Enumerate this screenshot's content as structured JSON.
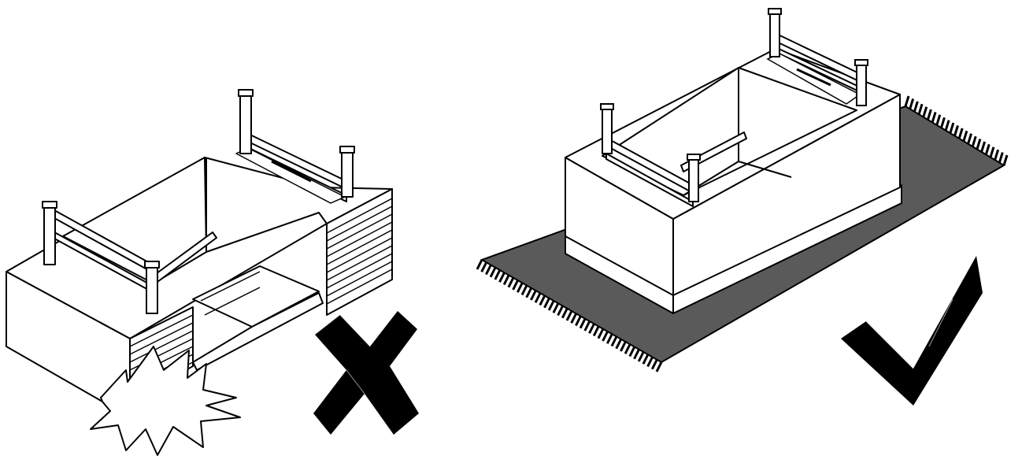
{
  "diagram": {
    "panels": [
      {
        "id": "incorrect",
        "verdict": "wrong",
        "verdict_icon": "cross-mark-icon",
        "subject": "furniture-upside-down-on-bare-floor",
        "impact_icon": "impact-burst-icon"
      },
      {
        "id": "correct",
        "verdict": "right",
        "verdict_icon": "check-mark-icon",
        "subject": "furniture-upside-down-on-rug",
        "surface_icon": "fringed-rug-icon"
      }
    ]
  },
  "colors": {
    "line": "#000000",
    "fill": "#ffffff",
    "rug": "#5a5a5a",
    "mark": "#000000"
  }
}
